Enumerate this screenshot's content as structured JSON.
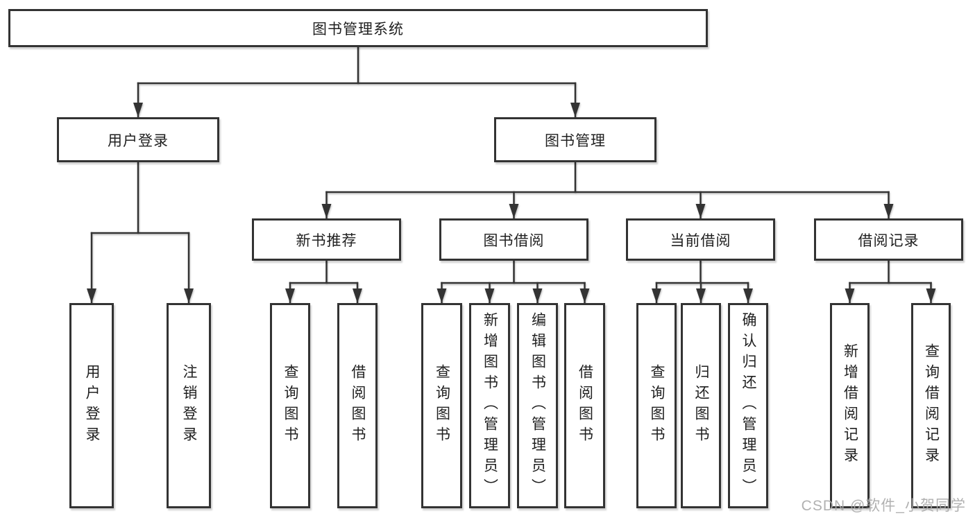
{
  "diagram_title": "图书管理系统",
  "tree": {
    "root": {
      "label": "图书管理系统"
    },
    "level2": {
      "user_login": {
        "label": "用户登录"
      },
      "book_management": {
        "label": "图书管理"
      }
    },
    "level3": {
      "new_book_recommend": {
        "label": "新书推荐"
      },
      "book_borrowing": {
        "label": "图书借阅"
      },
      "current_borrowing": {
        "label": "当前借阅"
      },
      "borrowing_records": {
        "label": "借阅记录"
      }
    },
    "leaves": {
      "user_login": [
        "用户登录",
        "注销登录"
      ],
      "new_book_recommend": [
        "查询图书",
        "借阅图书"
      ],
      "book_borrowing": [
        "查询图书",
        "新增图书（管理员）",
        "编辑图书（管理员）",
        "借阅图书"
      ],
      "current_borrowing": [
        "查询图书",
        "归还图书",
        "确认归还（管理员）"
      ],
      "borrowing_records": [
        "新增借阅记录",
        "查询借阅记录"
      ]
    }
  },
  "watermark": "CSDN @软件_小贺同学",
  "colors": {
    "line": "#333333",
    "text": "#1f1f1f",
    "box_background": "#ffffff",
    "watermark": "#a8a8a8"
  }
}
